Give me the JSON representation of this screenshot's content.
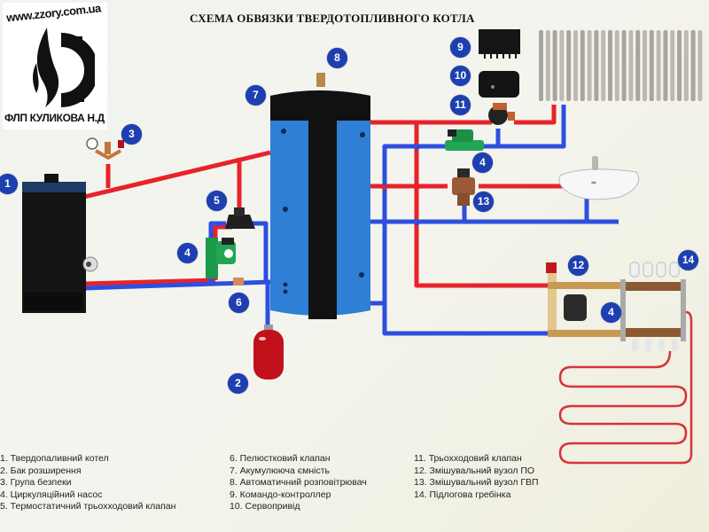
{
  "title": "СХЕМА ОБВЯЗКИ ТВЕРДОТОПЛИВНОГО КОТЛА",
  "logo": {
    "url": "www.zzory.com.ua",
    "company": "ФЛП КУЛИКОВА Н.Д"
  },
  "colors": {
    "hot_pipe": "#e8222a",
    "cold_pipe": "#2c4fe0",
    "badge": "#1e3fb0",
    "tank_body": "#2f7fd6",
    "floor_loop": "#d8323a"
  },
  "badges": [
    {
      "id": "b1",
      "label": "1"
    },
    {
      "id": "b2",
      "label": "2"
    },
    {
      "id": "b3",
      "label": "3"
    },
    {
      "id": "b4a",
      "label": "4"
    },
    {
      "id": "b4b",
      "label": "4"
    },
    {
      "id": "b4c",
      "label": "4"
    },
    {
      "id": "b5",
      "label": "5"
    },
    {
      "id": "b6",
      "label": "6"
    },
    {
      "id": "b7",
      "label": "7"
    },
    {
      "id": "b8",
      "label": "8"
    },
    {
      "id": "b9",
      "label": "9"
    },
    {
      "id": "b10",
      "label": "10"
    },
    {
      "id": "b11",
      "label": "11"
    },
    {
      "id": "b12",
      "label": "12"
    },
    {
      "id": "b13",
      "label": "13"
    },
    {
      "id": "b14",
      "label": "14"
    }
  ],
  "legend": {
    "col1": [
      "1. Твердопаливний котел",
      "2. Бак розширення",
      "3. Група безпеки",
      "4. Циркуляційний насос",
      "5. Термостатичний трьохходовий клапан"
    ],
    "col2": [
      "6. Пелюстковий клапан",
      "7. Акумулююча ємність",
      "8. Автоматичний розповітрювач",
      "9. Командо-контроллер",
      "10. Сервопривід"
    ],
    "col3": [
      "11. Трьохходовий клапан",
      "12. Змішувальний вузол ПО",
      "13. Змішувальний вузол ГВП",
      "14. Підлогова гребінка"
    ]
  }
}
